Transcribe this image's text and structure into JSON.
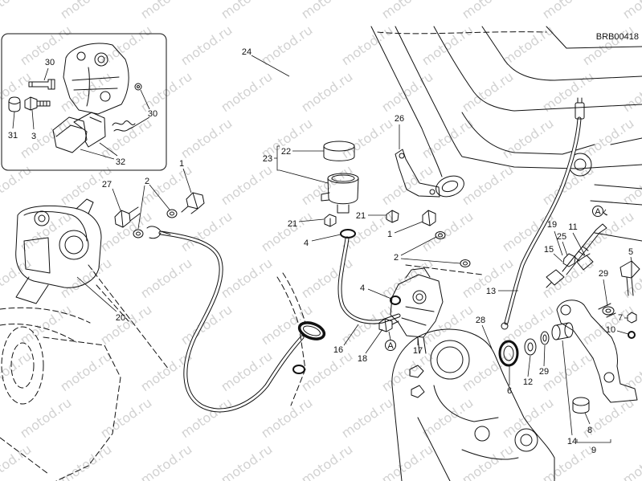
{
  "drawing_code": "BRB00418",
  "watermark": "motod.ru",
  "inset_callouts": [
    "30",
    "31",
    "3",
    "30",
    "32"
  ],
  "callouts": [
    "24",
    "26",
    "22",
    "23",
    "27",
    "2",
    "1",
    "21",
    "21",
    "4",
    "1",
    "2",
    "19",
    "11",
    "25",
    "15",
    "5",
    "29",
    "13",
    "4",
    "7",
    "10",
    "20",
    "28",
    "18",
    "17",
    "16",
    "6",
    "12",
    "29",
    "14",
    "8",
    "9"
  ],
  "reference_markers": [
    "A",
    "A"
  ]
}
